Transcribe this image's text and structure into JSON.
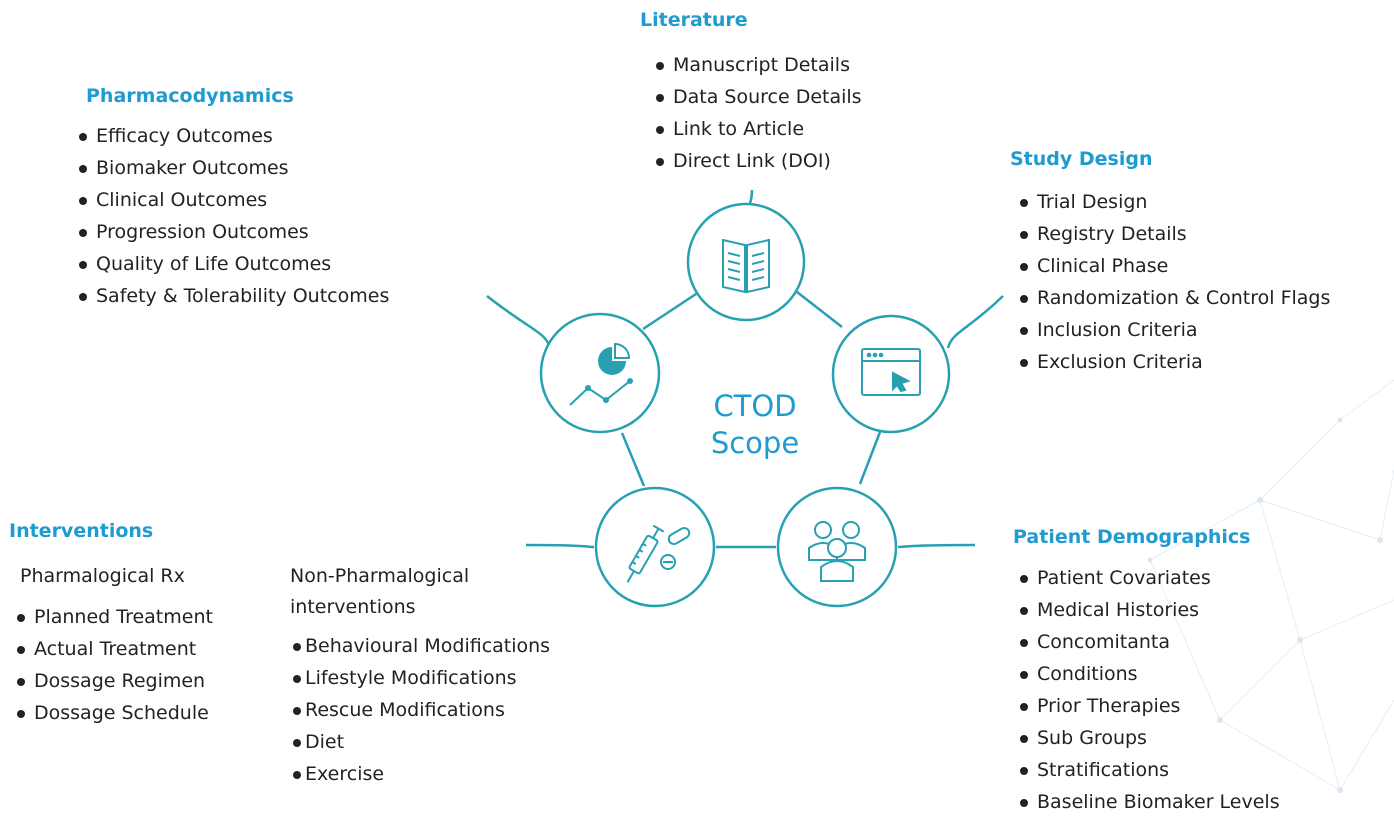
{
  "colors": {
    "accent": "#1f9bcf",
    "ring": "#27a0b2",
    "text": "#222222"
  },
  "center": {
    "line1": "CTOD",
    "line2": "Scope"
  },
  "nodes": [
    {
      "id": "literature",
      "icon": "book-icon"
    },
    {
      "id": "study-design",
      "icon": "browser-cursor-icon"
    },
    {
      "id": "patient-demographics",
      "icon": "people-group-icon"
    },
    {
      "id": "interventions",
      "icon": "syringe-pills-icon"
    },
    {
      "id": "pharmacodynamics",
      "icon": "chart-icon"
    }
  ],
  "literature": {
    "title": "Literature",
    "items": [
      "Manuscript Details",
      "Data Source Details",
      "Link to Article",
      "Direct Link (DOI)"
    ]
  },
  "study_design": {
    "title": "Study Design",
    "items": [
      "Trial Design",
      "Registry Details",
      "Clinical Phase",
      "Randomization & Control Flags",
      "Inclusion Criteria",
      "Exclusion Criteria"
    ]
  },
  "pharmacodynamics": {
    "title": "Pharmacodynamics",
    "items": [
      "Efficacy Outcomes",
      "Biomaker Outcomes",
      "Clinical Outcomes",
      "Progression Outcomes",
      "Quality of Life Outcomes",
      "Safety & Tolerability Outcomes"
    ]
  },
  "interventions": {
    "title": "Interventions",
    "pharma": {
      "title": "Pharmalogical Rx",
      "items": [
        "Planned Treatment",
        "Actual Treatment",
        "Dossage Regimen",
        "Dossage Schedule"
      ]
    },
    "non_pharma": {
      "title_line1": "Non-Pharmalogical",
      "title_line2": "interventions",
      "items": [
        "Behavioural Modifications",
        "Lifestyle Modifications",
        "Rescue Modifications",
        "Diet",
        "Exercise"
      ]
    }
  },
  "patient_demographics": {
    "title": "Patient Demographics",
    "items": [
      "Patient Covariates",
      "Medical Histories",
      "Concomitanta",
      "Conditions",
      "Prior Therapies",
      "Sub Groups",
      "Stratifications",
      "Baseline Biomaker Levels"
    ]
  }
}
